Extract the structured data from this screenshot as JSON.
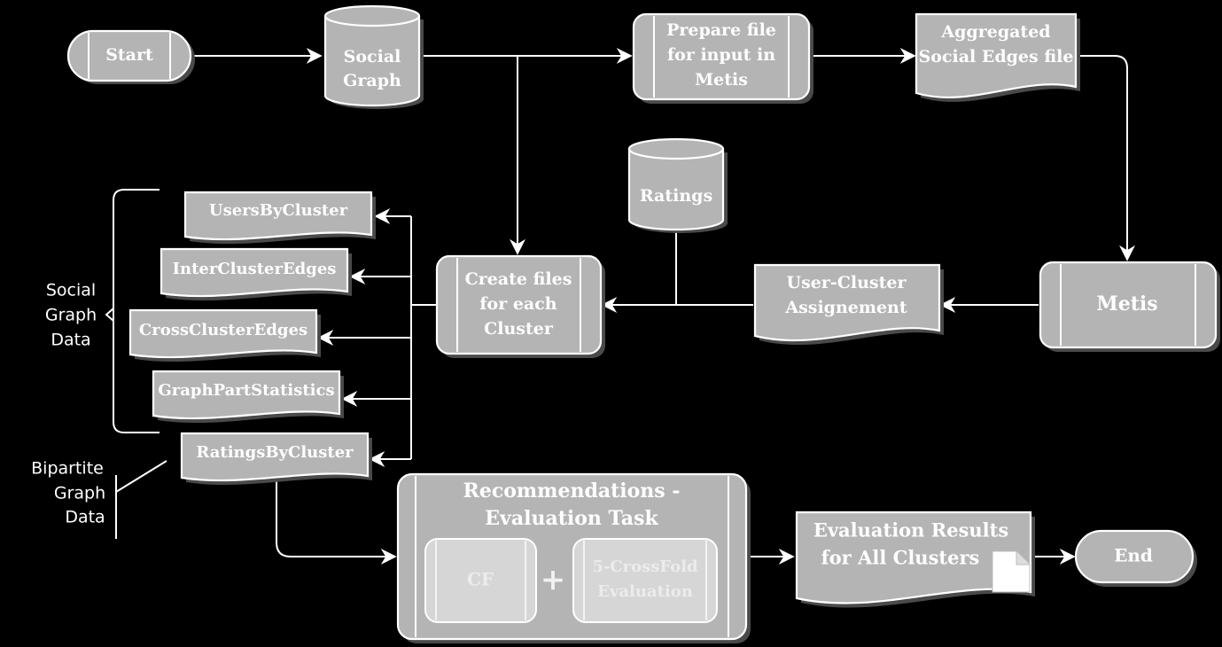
{
  "nodes": {
    "start": "Start",
    "social_graph": [
      "Social",
      "Graph"
    ],
    "prepare_file": [
      "Prepare file",
      "for input in",
      "Metis"
    ],
    "aggregated": [
      "Aggregated",
      "Social Edges file"
    ],
    "metis": "Metis",
    "ratings": "Ratings",
    "user_cluster": [
      "User-Cluster",
      "Assignement"
    ],
    "create_files": [
      "Create files",
      "for each",
      "Cluster"
    ],
    "users_by_cluster": "UsersByCluster",
    "inter_cluster_edges": "InterClusterEdges",
    "cross_cluster_edges": "CrossClusterEdges",
    "graph_part_statistics": "GraphPartStatistics",
    "ratings_by_cluster": "RatingsByCluster",
    "recommendations": [
      "Recommendations -",
      "Evaluation Task"
    ],
    "cf": "CF",
    "plus": "+",
    "crossfold": [
      "5-CrossFold",
      "Evaluation"
    ],
    "evaluation_results": [
      "Evaluation Results",
      "for All Clusters"
    ],
    "end": "End"
  },
  "side_labels": {
    "social_graph_data": [
      "Social",
      "Graph",
      "Data"
    ],
    "bipartite_graph_data": [
      "Bipartite",
      "Graph",
      "Data"
    ]
  },
  "colors": {
    "background": "#000000",
    "shape_fill": "#b4b4b4",
    "stroke": "#ffffff",
    "pale_box": "#d6d6d6"
  }
}
